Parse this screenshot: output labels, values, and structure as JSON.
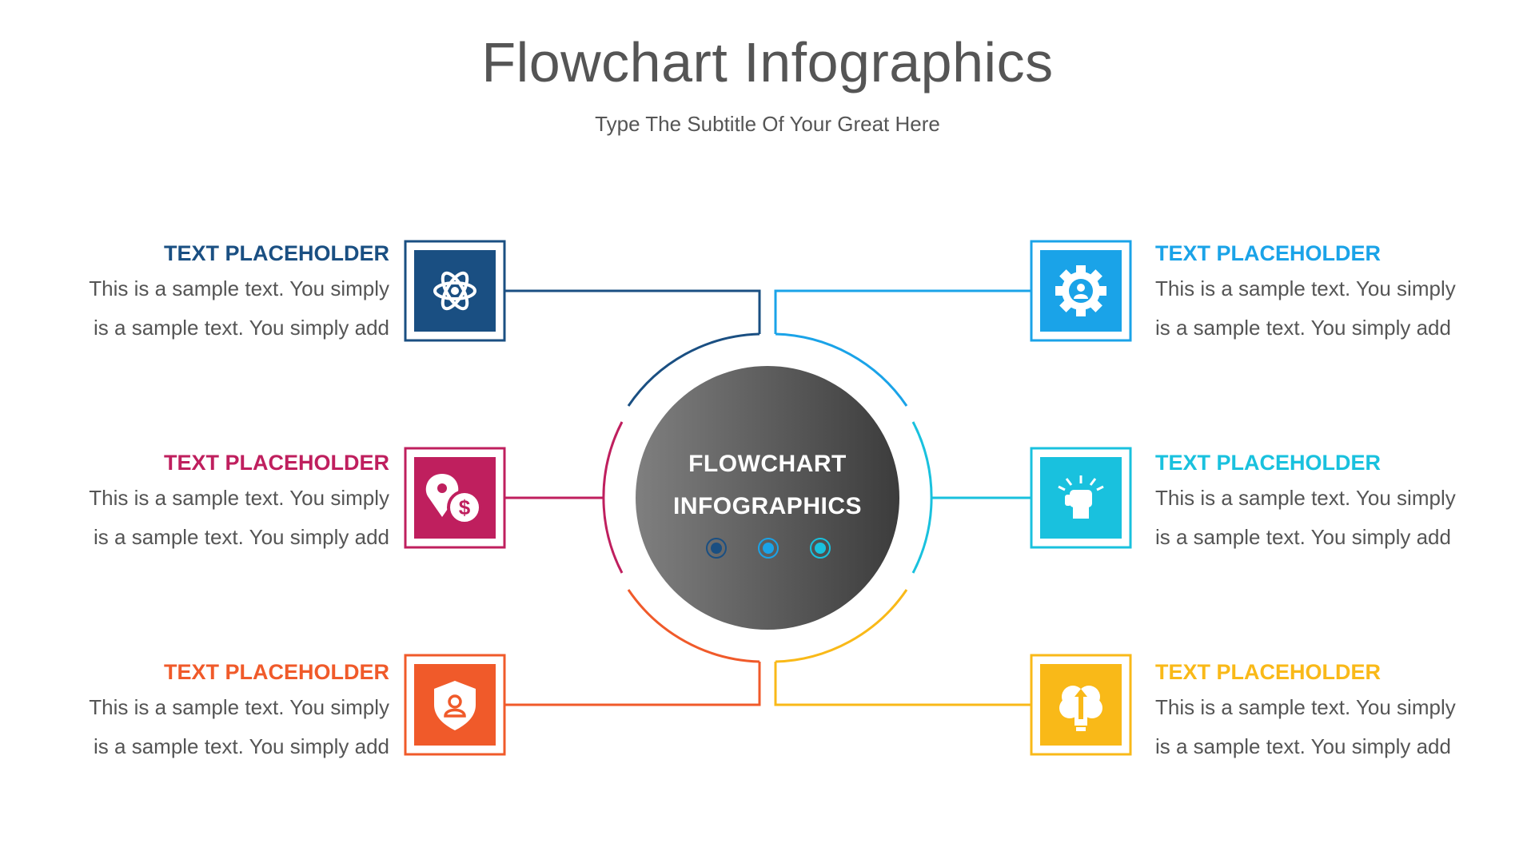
{
  "title": "Flowchart Infographics",
  "subtitle": "Type The Subtitle Of Your Great Here",
  "center": {
    "line1": "FLOWCHART",
    "line2": "INFOGRAPHICS"
  },
  "colors": {
    "navy": "#1a4f82",
    "crimson": "#bf1f5e",
    "orange": "#f05a2a",
    "sky": "#1aa3e8",
    "cyan": "#19c1de",
    "yellow": "#f9b918",
    "center_gradient_start": "#7f7f7f",
    "center_gradient_end": "#3c3c3c",
    "body_text": "#555555"
  },
  "items": [
    {
      "heading": "TEXT PLACEHOLDER",
      "line1": "This is a sample text. You simply",
      "line2": "is a sample text. You simply add",
      "color": "#1a4f82",
      "icon": "atom-icon"
    },
    {
      "heading": "TEXT PLACEHOLDER",
      "line1": "This is a sample text. You simply",
      "line2": "is a sample text. You simply add",
      "color": "#bf1f5e",
      "icon": "location-dollar-icon"
    },
    {
      "heading": "TEXT PLACEHOLDER",
      "line1": "This is a sample text. You simply",
      "line2": "is a sample text. You simply add",
      "color": "#f05a2a",
      "icon": "user-shield-icon"
    },
    {
      "heading": "TEXT PLACEHOLDER",
      "line1": "This is a sample text. You simply",
      "line2": "is a sample text. You simply add",
      "color": "#1aa3e8",
      "icon": "gear-user-icon"
    },
    {
      "heading": "TEXT PLACEHOLDER",
      "line1": "This is a sample text. You simply",
      "line2": "is a sample text. You simply add",
      "color": "#19c1de",
      "icon": "raised-fist-icon"
    },
    {
      "heading": "TEXT PLACEHOLDER",
      "line1": "This is a sample text. You simply",
      "line2": "is a sample text. You simply add",
      "color": "#f9b918",
      "icon": "brain-idea-icon"
    }
  ]
}
